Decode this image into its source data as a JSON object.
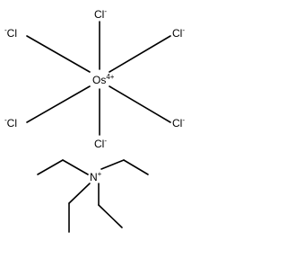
{
  "molecule": {
    "center_atom": {
      "symbol": "Os",
      "charge": "4+"
    },
    "ligands": [
      {
        "symbol": "Cl",
        "charge": "-"
      },
      {
        "symbol": "Cl",
        "charge": "-"
      },
      {
        "symbol": "Cl",
        "charge": "-"
      },
      {
        "symbol": "Cl",
        "charge": "-"
      },
      {
        "symbol": "Cl",
        "charge": "-"
      },
      {
        "symbol": "Cl",
        "charge": "-"
      }
    ],
    "cation_atom": {
      "symbol": "N",
      "charge": "+"
    }
  }
}
